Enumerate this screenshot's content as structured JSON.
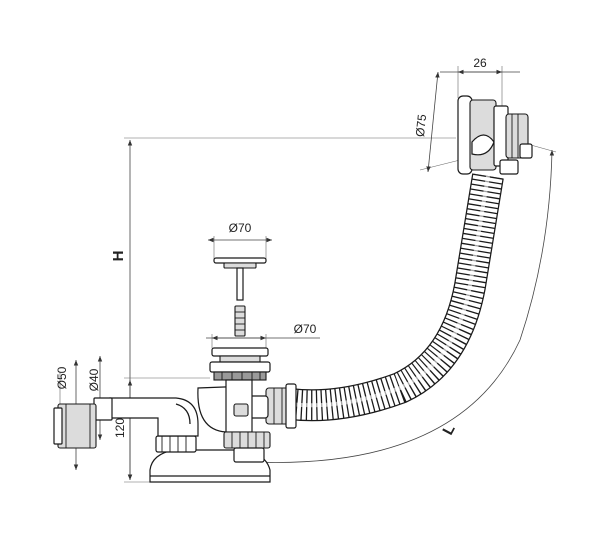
{
  "labels": {
    "overflow_depth": "26",
    "overflow_diameter": "Ø75",
    "plug_diameter": "Ø70",
    "waste_diameter": "Ø70",
    "outlet_outer_diameter": "Ø50",
    "outlet_inner_diameter": "Ø40",
    "trap_height": "120",
    "height_dimension": "H",
    "length_dimension": "L"
  },
  "colors": {
    "line": "#1a1a1a",
    "fill_light": "#dcdcdc",
    "fill_dark": "#9a9a9a",
    "background": "#ffffff"
  }
}
